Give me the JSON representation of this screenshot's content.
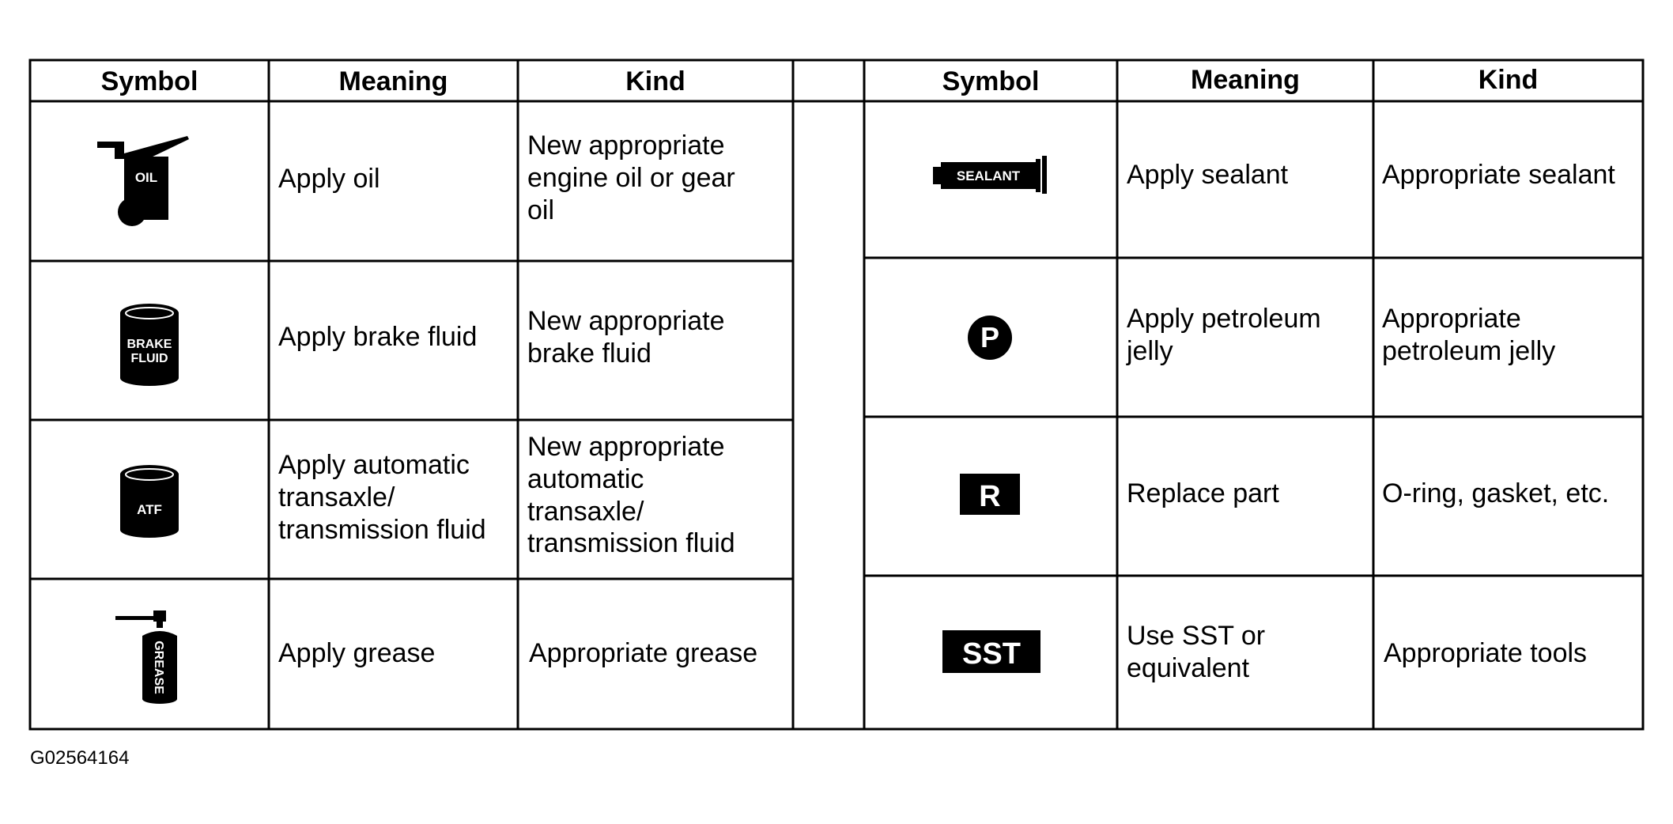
{
  "headers": {
    "left": {
      "symbol": "Symbol",
      "meaning": "Meaning",
      "kind": "Kind"
    },
    "right": {
      "symbol": "Symbol",
      "meaning": "Meaning",
      "kind": "Kind"
    }
  },
  "left_rows": [
    {
      "icon": "oil-can-icon",
      "icon_label": "OIL",
      "meaning": "Apply oil",
      "kind": "New appropriate\nengine oil or gear\noil"
    },
    {
      "icon": "brake-fluid-can-icon",
      "icon_label_1": "BRAKE",
      "icon_label_2": "FLUID",
      "meaning": "Apply brake fluid",
      "kind": "New appropriate\nbrake fluid"
    },
    {
      "icon": "atf-can-icon",
      "icon_label": "ATF",
      "meaning": "Apply automatic\ntransaxle/\ntransmission fluid",
      "kind": "New appropriate\nautomatic\ntransaxle/\ntransmission fluid"
    },
    {
      "icon": "grease-spray-icon",
      "icon_label": "GREASE",
      "meaning": "Apply grease",
      "kind": "Appropriate grease"
    }
  ],
  "right_rows": [
    {
      "icon": "sealant-tube-icon",
      "icon_label": "SEALANT",
      "meaning": "Apply sealant",
      "kind": "Appropriate sealant"
    },
    {
      "icon": "petroleum-jelly-icon",
      "icon_label": "P",
      "meaning": "Apply petroleum\njelly",
      "kind": "Appropriate\npetroleum jelly"
    },
    {
      "icon": "replace-part-icon",
      "icon_label": "R",
      "meaning": "Replace part",
      "kind": "O-ring, gasket, etc."
    },
    {
      "icon": "sst-icon",
      "icon_label": "SST",
      "meaning": "Use SST or\nequivalent",
      "kind": "Appropriate tools"
    }
  ],
  "figure_code": "G02564164"
}
